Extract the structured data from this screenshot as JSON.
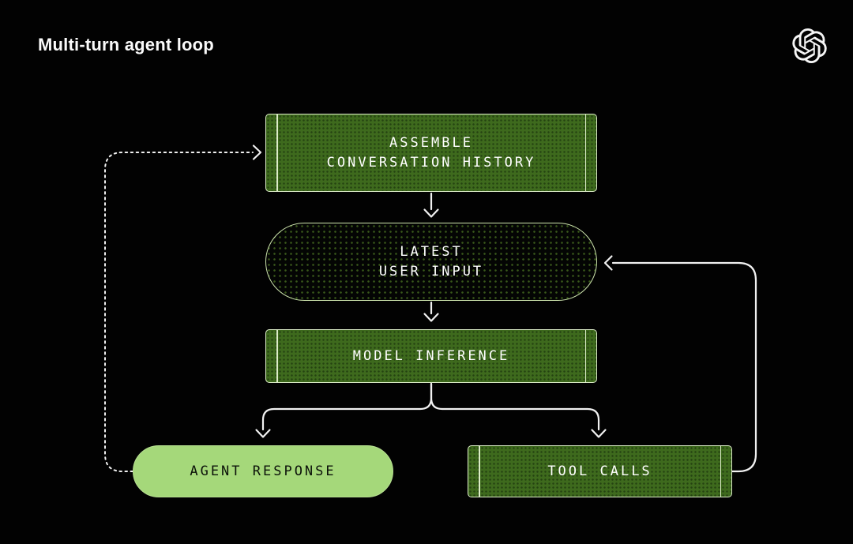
{
  "header": {
    "title": "Multi-turn agent loop",
    "logo_icon": "openai-logo"
  },
  "diagram": {
    "nodes": [
      {
        "id": "assemble-conversation-history",
        "label": "ASSEMBLE\nCONVERSATION HISTORY",
        "shape": "rectangle",
        "style": "green-dotted-fill"
      },
      {
        "id": "latest-user-input",
        "label": "LATEST\nUSER INPUT",
        "shape": "pill",
        "style": "dark-dotted-outlined"
      },
      {
        "id": "model-inference",
        "label": "MODEL INFERENCE",
        "shape": "rectangle",
        "style": "green-dotted-fill"
      },
      {
        "id": "agent-response",
        "label": "AGENT RESPONSE",
        "shape": "pill",
        "style": "light-green-solid"
      },
      {
        "id": "tool-calls",
        "label": "TOOL CALLS",
        "shape": "rectangle",
        "style": "green-dotted-fill"
      }
    ],
    "edges": [
      {
        "from": "assemble-conversation-history",
        "to": "latest-user-input",
        "style": "solid-arrow"
      },
      {
        "from": "latest-user-input",
        "to": "model-inference",
        "style": "solid-arrow"
      },
      {
        "from": "model-inference",
        "to": "agent-response",
        "style": "solid-branch-arrow"
      },
      {
        "from": "model-inference",
        "to": "tool-calls",
        "style": "solid-branch-arrow"
      },
      {
        "from": "tool-calls",
        "to": "latest-user-input",
        "style": "solid-loop-arrow"
      },
      {
        "from": "agent-response",
        "to": "assemble-conversation-history",
        "style": "dotted-loop-arrow"
      }
    ]
  },
  "colors": {
    "background": "#020202",
    "process_fill": "#3e6a1d",
    "process_border": "#dcecc8",
    "latest_pill_border": "#cde4ad",
    "agent_response_fill": "#a5d87a",
    "connector_line": "#f1f1f1",
    "text_on_green": "#ffffff",
    "text_on_light_green": "#0c120a",
    "title_text": "#fafafa"
  }
}
